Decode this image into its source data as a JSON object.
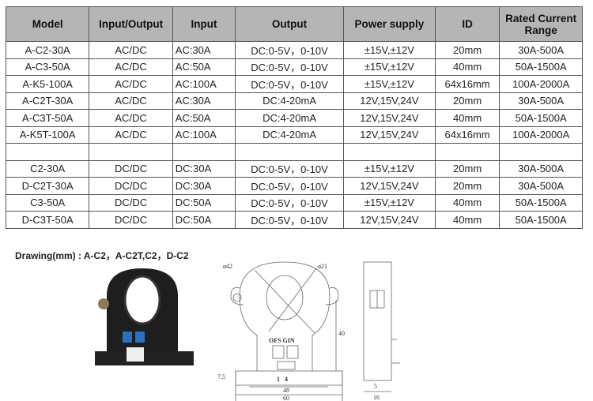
{
  "table": {
    "headers": [
      "Model",
      "Input/Output",
      "Input",
      "Output",
      "Power supply",
      "ID",
      "Rated Current Range"
    ],
    "rows": [
      [
        "A-C2-30A",
        "AC/DC",
        "AC:30A",
        "DC:0-5V，0-10V",
        "±15V,±12V",
        "20mm",
        "30A-500A"
      ],
      [
        "A-C3-50A",
        "AC/DC",
        "AC:50A",
        "DC:0-5V，0-10V",
        "±15V,±12V",
        "40mm",
        "50A-1500A"
      ],
      [
        "A-K5-100A",
        "AC/DC",
        "AC:100A",
        "DC:0-5V，0-10V",
        "±15V,±12V",
        "64x16mm",
        "100A-2000A"
      ],
      [
        "A-C2T-30A",
        "AC/DC",
        "AC:30A",
        "DC:4-20mA",
        "12V,15V,24V",
        "20mm",
        "30A-500A"
      ],
      [
        "A-C3T-50A",
        "AC/DC",
        "AC:50A",
        "DC:4-20mA",
        "12V,15V,24V",
        "40mm",
        "50A-1500A"
      ],
      [
        "A-K5T-100A",
        "AC/DC",
        "AC:100A",
        "DC:4-20mA",
        "12V,15V,24V",
        "64x16mm",
        "100A-2000A"
      ],
      [
        "",
        "",
        "",
        "",
        "",
        "",
        ""
      ],
      [
        "C2-30A",
        "DC/DC",
        "DC:30A",
        "DC:0-5V，0-10V",
        "±15V,±12V",
        "20mm",
        "30A-500A"
      ],
      [
        "D-C2T-30A",
        "DC/DC",
        "DC:30A",
        "DC:0-5V，0-10V",
        "12V,15V,24V",
        "20mm",
        "30A-500A"
      ],
      [
        "C3-50A",
        "DC/DC",
        "DC:50A",
        "DC:0-5V，0-10V",
        "±15V,±12V",
        "40mm",
        "50A-1500A"
      ],
      [
        "D-C3T-50A",
        "DC/DC",
        "DC:50A",
        "DC:0-5V，0-10V",
        "12V,15V,24V",
        "40mm",
        "50A-1500A"
      ]
    ]
  },
  "drawing": {
    "title": "Drawing(mm) : A-C2，A-C2T,C2，D-C2",
    "labels": {
      "d42": "ø42",
      "d21": "ø21",
      "ofs_gin": "OFS GIN",
      "h40": "40",
      "h7_5": "7.5",
      "pins": "1   4",
      "w48": "48",
      "w60": "60",
      "w5": "5",
      "w16": "16"
    }
  }
}
